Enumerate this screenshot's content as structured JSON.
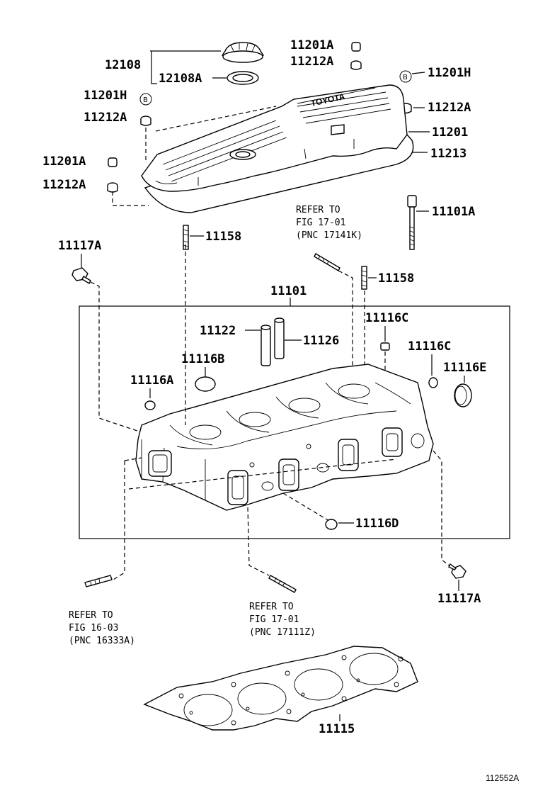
{
  "labels": {
    "p12108": "12108",
    "p12108A": "12108A",
    "p11201A_top": "11201A",
    "p11212A_top": "11212A",
    "p11201H_right": "11201H",
    "p11212A_right": "11212A",
    "p11201": "11201",
    "p11213": "11213",
    "p11201H_left": "11201H",
    "p11212A_left": "11212A",
    "p11201A_left": "11201A",
    "p11212A_left2": "11212A",
    "p11101A": "11101A",
    "p11158_top": "11158",
    "p11158_right": "11158",
    "p11117A_top": "11117A",
    "p11101": "11101",
    "p11122": "11122",
    "p11126": "11126",
    "p11116C_1": "11116C",
    "p11116C_2": "11116C",
    "p11116B": "11116B",
    "p11116E": "11116E",
    "p11116A": "11116A",
    "p11116D": "11116D",
    "p11117A_bottom": "11117A",
    "p11115": "11115",
    "badge_b": "B"
  },
  "references": {
    "ref1": [
      "REFER TO",
      "FIG 17-01",
      "(PNC 17141K)"
    ],
    "ref2": [
      "REFER TO",
      "FIG 16-03",
      "(PNC 16333A)"
    ],
    "ref3": [
      "REFER TO",
      "FIG 17-01",
      "(PNC 17111Z)"
    ]
  },
  "figure_number": "112552A"
}
